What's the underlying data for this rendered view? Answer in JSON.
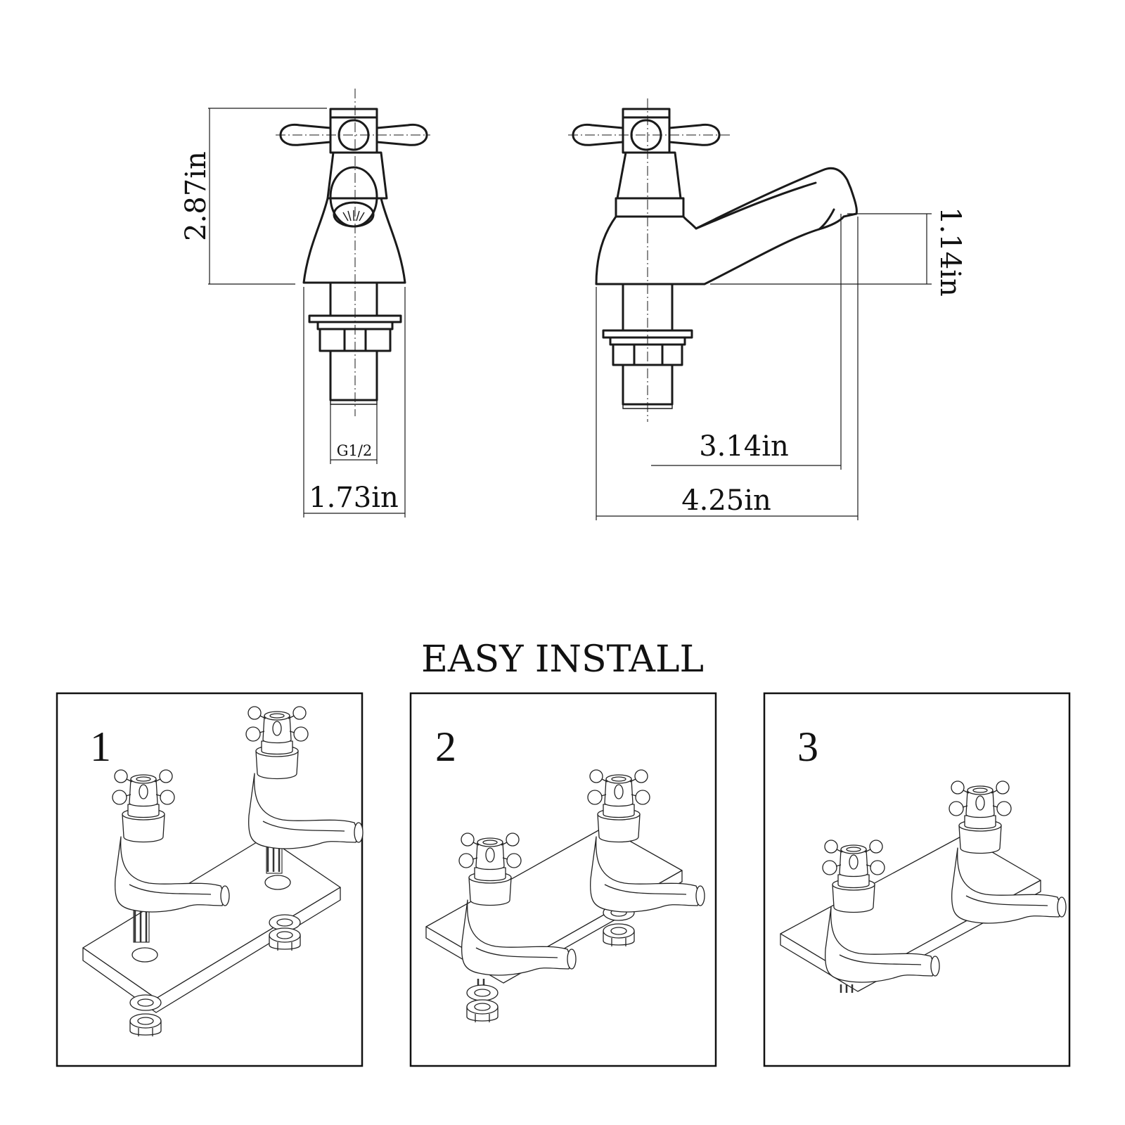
{
  "dimensions": {
    "total_height": "2.87in",
    "front_width": "1.73in",
    "thread_size": "G1/2",
    "spout_height": "1.14in",
    "spout_reach": "3.14in",
    "side_depth": "4.25in"
  },
  "install": {
    "title": "EASY INSTALL",
    "steps": [
      "1",
      "2",
      "3"
    ]
  }
}
